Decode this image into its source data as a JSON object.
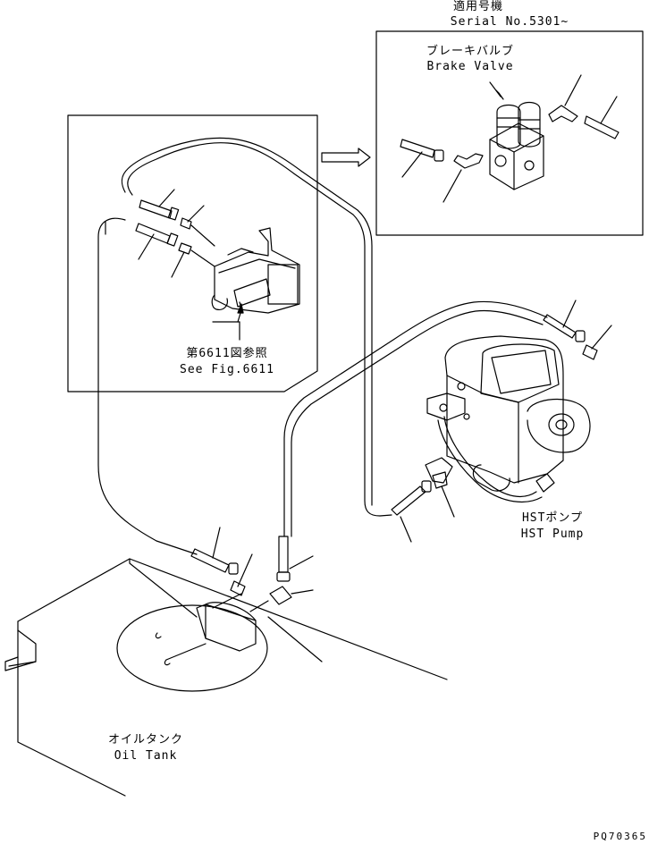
{
  "serial": {
    "jp": "適用号機",
    "en": "Serial No.5301~"
  },
  "brake_valve": {
    "jp": "ブレーキバルブ",
    "en": "Brake Valve"
  },
  "ref": {
    "jp": "第6611図参照",
    "en": "See Fig.6611"
  },
  "hst_pump": {
    "jp": "HSTポンプ",
    "en": "HST Pump"
  },
  "oil_tank": {
    "jp": "オイルタンク",
    "en": "Oil Tank"
  },
  "figure_code": "PQ70365"
}
